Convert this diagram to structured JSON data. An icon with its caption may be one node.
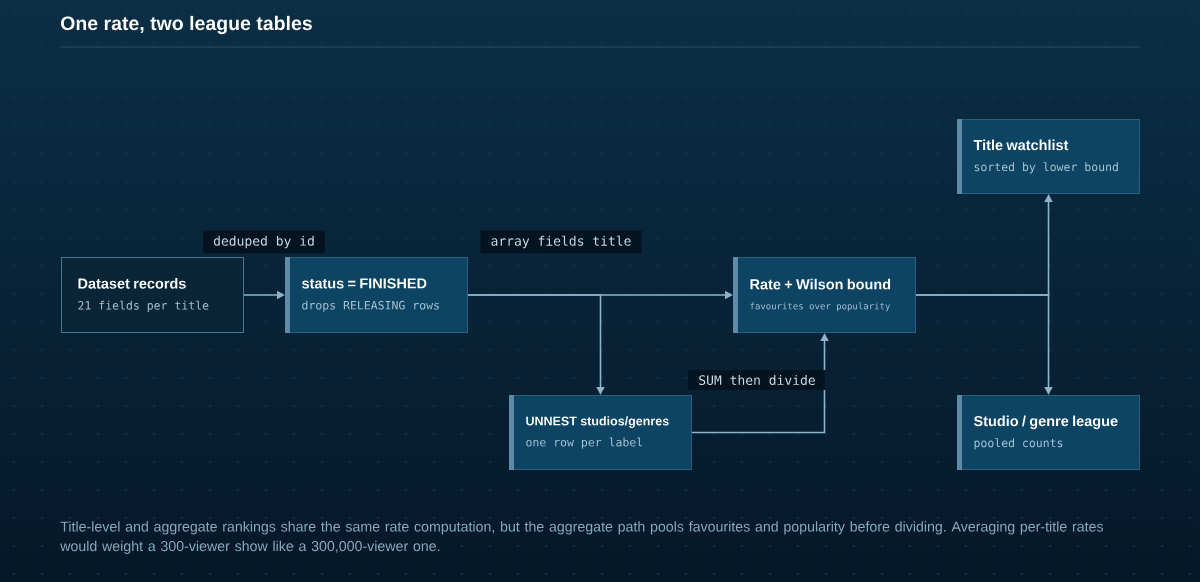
{
  "diagram": {
    "title": "One rate, two league tables",
    "nodes": [
      {
        "text": [
          "Dataset records",
          "21 fields per title"
        ]
      },
      {
        "text": [
          "status = FINISHED",
          "drops RELEASING rows"
        ]
      },
      {
        "text": [
          "Rate + Wilson bound",
          "favourites over popularity"
        ]
      },
      {
        "text": [
          "UNNEST studios/genres",
          "one row per label"
        ]
      },
      {
        "text": [
          "Title watchlist",
          "sorted by lower bound"
        ]
      },
      {
        "text": [
          "Studio / genre league",
          "pooled counts"
        ]
      }
    ],
    "edges": [
      {
        "from": 0,
        "to": 1,
        "arrow": "to",
        "label": "deduped by id"
      },
      {
        "from": 1,
        "to": 2,
        "arrow": "to",
        "label": "array fields title"
      },
      {
        "from": 1,
        "to": 3,
        "arrow": "to"
      },
      {
        "from": 3,
        "to": 2,
        "arrow": "to",
        "label": "SUM then divide"
      },
      {
        "from": 2,
        "to": 4,
        "arrow": "to"
      },
      {
        "from": 2,
        "to": 5,
        "arrow": "to"
      }
    ],
    "caption": "Title-level and aggregate rankings share the same rate computation, but the aggregate path pools favourites and popularity before dividing. Averaging per-title rates would weight a 300-viewer show like a 300,000-viewer one."
  }
}
